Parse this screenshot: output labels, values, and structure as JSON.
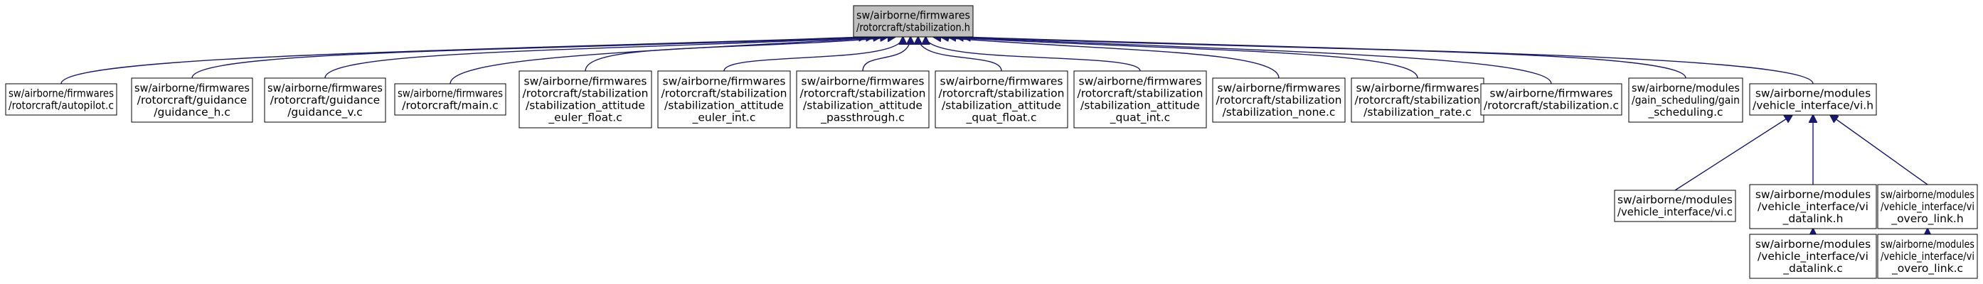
{
  "graph": {
    "root": {
      "id": "root",
      "lines": [
        "sw/airborne/firmwares",
        "/rotorcraft/stabilization.h"
      ],
      "highlighted": true
    },
    "nodes": [
      {
        "id": "n1",
        "lines": [
          "sw/airborne/firmwares",
          "/rotorcraft/autopilot.c"
        ]
      },
      {
        "id": "n2",
        "lines": [
          "sw/airborne/firmwares",
          "/rotorcraft/guidance",
          "/guidance_h.c"
        ]
      },
      {
        "id": "n3",
        "lines": [
          "sw/airborne/firmwares",
          "/rotorcraft/guidance",
          "/guidance_v.c"
        ]
      },
      {
        "id": "n4",
        "lines": [
          "sw/airborne/firmwares",
          "/rotorcraft/main.c"
        ]
      },
      {
        "id": "n5",
        "lines": [
          "sw/airborne/firmwares",
          "/rotorcraft/stabilization",
          "/stabilization_attitude",
          "_euler_float.c"
        ]
      },
      {
        "id": "n6",
        "lines": [
          "sw/airborne/firmwares",
          "/rotorcraft/stabilization",
          "/stabilization_attitude",
          "_euler_int.c"
        ]
      },
      {
        "id": "n7",
        "lines": [
          "sw/airborne/firmwares",
          "/rotorcraft/stabilization",
          "/stabilization_attitude",
          "_passthrough.c"
        ]
      },
      {
        "id": "n8",
        "lines": [
          "sw/airborne/firmwares",
          "/rotorcraft/stabilization",
          "/stabilization_attitude",
          "_quat_float.c"
        ]
      },
      {
        "id": "n9",
        "lines": [
          "sw/airborne/firmwares",
          "/rotorcraft/stabilization",
          "/stabilization_attitude",
          "_quat_int.c"
        ]
      },
      {
        "id": "n10",
        "lines": [
          "sw/airborne/firmwares",
          "/rotorcraft/stabilization",
          "/stabilization_none.c"
        ]
      },
      {
        "id": "n11",
        "lines": [
          "sw/airborne/firmwares",
          "/rotorcraft/stabilization",
          "/stabilization_rate.c"
        ]
      },
      {
        "id": "n12",
        "lines": [
          "sw/airborne/firmwares",
          "/rotorcraft/stabilization.c"
        ]
      },
      {
        "id": "n13",
        "lines": [
          "sw/airborne/modules",
          "/gain_scheduling/gain",
          "_scheduling.c"
        ]
      },
      {
        "id": "n14",
        "lines": [
          "sw/airborne/modules",
          "/vehicle_interface/vi.h"
        ]
      },
      {
        "id": "n15",
        "lines": [
          "sw/airborne/modules",
          "/vehicle_interface/vi.c"
        ]
      },
      {
        "id": "n16",
        "lines": [
          "sw/airborne/modules",
          "/vehicle_interface/vi",
          "_datalink.h"
        ]
      },
      {
        "id": "n17",
        "lines": [
          "sw/airborne/modules",
          "/vehicle_interface/vi",
          "_overo_link.h"
        ]
      },
      {
        "id": "n18",
        "lines": [
          "sw/airborne/modules",
          "/vehicle_interface/vi",
          "_datalink.c"
        ]
      },
      {
        "id": "n19",
        "lines": [
          "sw/airborne/modules",
          "/vehicle_interface/vi",
          "_overo_link.c"
        ]
      }
    ],
    "edges": [
      {
        "from": "n1",
        "to": "root"
      },
      {
        "from": "n2",
        "to": "root"
      },
      {
        "from": "n3",
        "to": "root"
      },
      {
        "from": "n4",
        "to": "root"
      },
      {
        "from": "n5",
        "to": "root"
      },
      {
        "from": "n6",
        "to": "root"
      },
      {
        "from": "n7",
        "to": "root"
      },
      {
        "from": "n8",
        "to": "root"
      },
      {
        "from": "n9",
        "to": "root"
      },
      {
        "from": "n10",
        "to": "root"
      },
      {
        "from": "n11",
        "to": "root"
      },
      {
        "from": "n12",
        "to": "root"
      },
      {
        "from": "n13",
        "to": "root"
      },
      {
        "from": "n14",
        "to": "root"
      },
      {
        "from": "n15",
        "to": "n14"
      },
      {
        "from": "n16",
        "to": "n14"
      },
      {
        "from": "n17",
        "to": "n14"
      },
      {
        "from": "n18",
        "to": "n16"
      },
      {
        "from": "n19",
        "to": "n17"
      }
    ],
    "colors": {
      "edge": "#191970",
      "node_border": "#000000",
      "root_fill": "#bfbfbf",
      "node_fill": "#ffffff",
      "text": "#000000"
    }
  }
}
